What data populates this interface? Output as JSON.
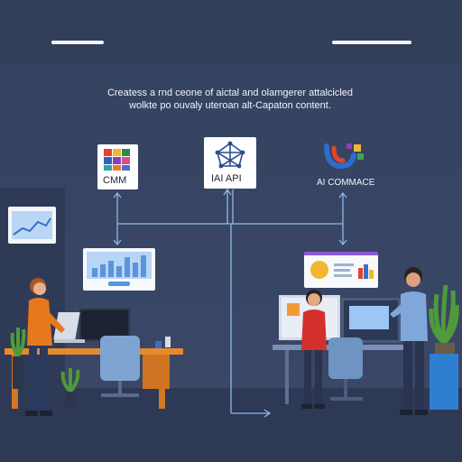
{
  "caption": {
    "line1": "Createss a rnd ceone of aictal and olamgerer attalcicled",
    "line2": "wolkte po ouvaly uteroan alt-Capaton content."
  },
  "cards": {
    "cms": {
      "label": "CMM"
    },
    "ai_api": {
      "label": "IAI API"
    },
    "ecommerce": {
      "label": "AI COMMACE"
    }
  },
  "colors": {
    "background": "#33405d",
    "connector": "#8fb8ea",
    "accent_orange": "#e8781e",
    "accent_red": "#d3302c",
    "shirt_blue": "#7fa7da",
    "plant_green": "#4f9a3a",
    "screen_blue": "#9cc6f3"
  },
  "icons": [
    "cms-grid-icon",
    "ai-network-icon",
    "ecommerce-logo-icon",
    "bar-chart-icon",
    "plant-icon"
  ]
}
